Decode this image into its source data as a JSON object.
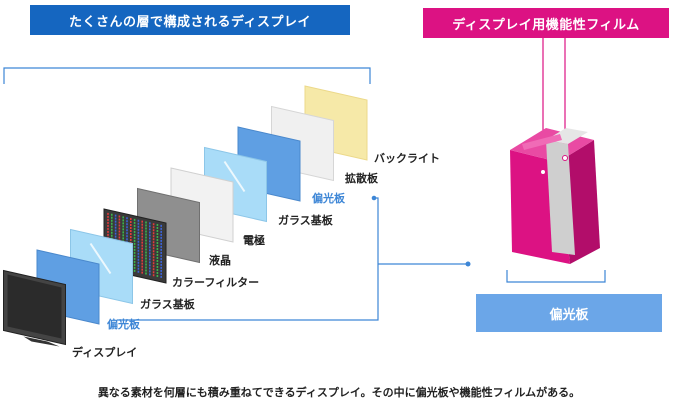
{
  "headers": {
    "layers": "たくさんの層で構成されるディスプレイ",
    "film": "ディスプレイ用機能性フィルム"
  },
  "layers": [
    {
      "id": "backlight",
      "label": "バックライト",
      "color": "#f6e9a8",
      "edge": "#ecd98a",
      "blue": false
    },
    {
      "id": "diffuser",
      "label": "拡散板",
      "color": "#f0f0f0",
      "edge": "#d6d6d6",
      "blue": false
    },
    {
      "id": "polarizer-back",
      "label": "偏光板",
      "color": "#5f9fe3",
      "edge": "#4a88cc",
      "blue": true
    },
    {
      "id": "glass-back",
      "label": "ガラス基板",
      "color": "#a9dcf8",
      "edge": "#8cc6e8",
      "blue": false
    },
    {
      "id": "electrode",
      "label": "電極",
      "color": "#f2f2f2",
      "edge": "#d0d0d0",
      "blue": false
    },
    {
      "id": "liquid-crystal",
      "label": "液晶",
      "color": "#8f8f8f",
      "edge": "#707070",
      "blue": false
    },
    {
      "id": "color-filter",
      "label": "カラーフィルター",
      "color": "#3a3a3a",
      "edge": "#222",
      "blue": false
    },
    {
      "id": "glass-front",
      "label": "ガラス基板",
      "color": "#a9dcf8",
      "edge": "#8cc6e8",
      "blue": false
    },
    {
      "id": "polarizer-front",
      "label": "偏光板",
      "color": "#5f9fe3",
      "edge": "#4a88cc",
      "blue": true
    },
    {
      "id": "display",
      "label": "ディスプレイ",
      "color": "#444",
      "edge": "#222",
      "blue": false
    }
  ],
  "film_box_label": "偏光板",
  "caption": "異なる素材を何層にも積み重ねてできるディスプレイ。その中に偏光板や機能性フィルムがある。",
  "colors": {
    "blue": "#1566c0",
    "magenta": "#dc1283",
    "light_blue": "#6ba6e8",
    "connector": "#3d86d6"
  }
}
